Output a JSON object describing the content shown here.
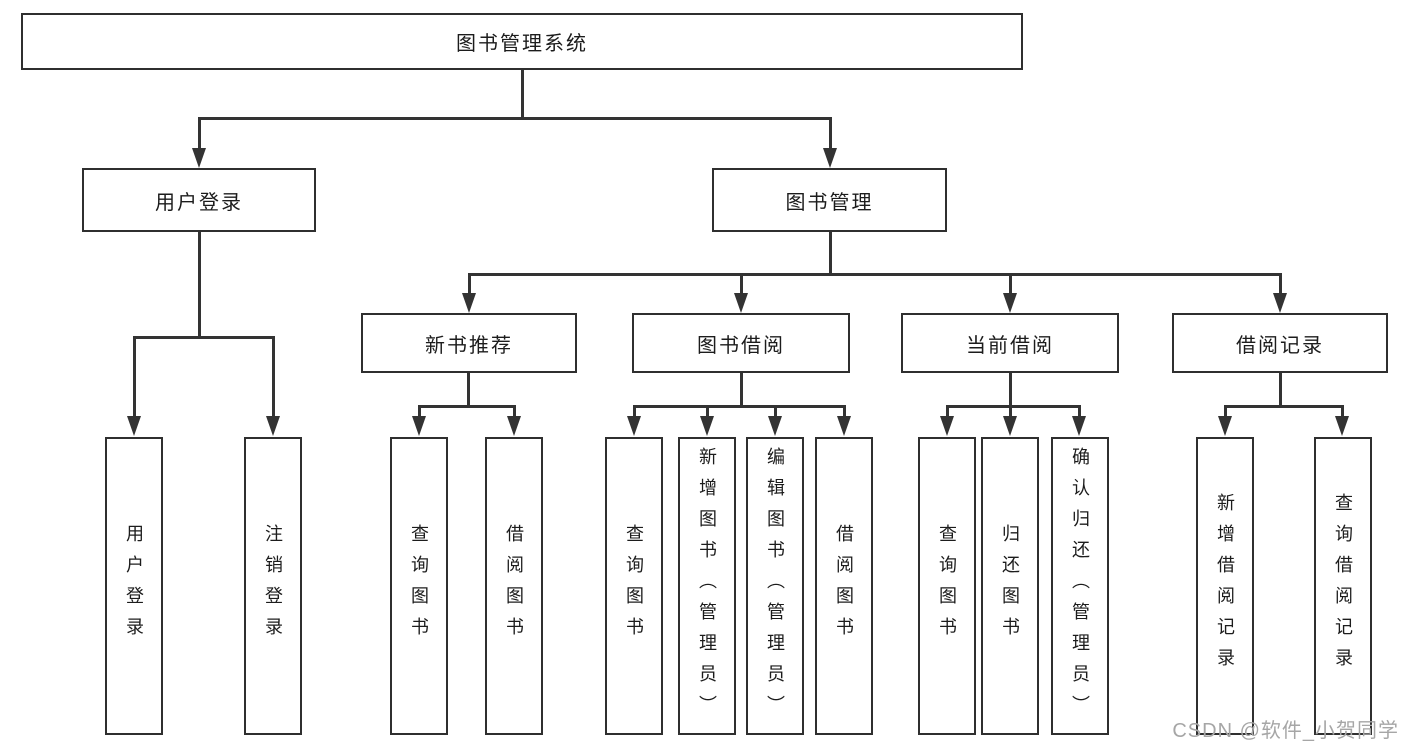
{
  "tree": {
    "root": {
      "label": "图书管理系统",
      "children": [
        {
          "label": "用户登录",
          "children": [
            {
              "label": "用户登录"
            },
            {
              "label": "注销登录"
            }
          ]
        },
        {
          "label": "图书管理",
          "children": [
            {
              "label": "新书推荐",
              "children": [
                {
                  "label": "查询图书"
                },
                {
                  "label": "借阅图书"
                }
              ]
            },
            {
              "label": "图书借阅",
              "children": [
                {
                  "label": "查询图书"
                },
                {
                  "label": "新增图书（管理员）"
                },
                {
                  "label": "编辑图书（管理员）"
                },
                {
                  "label": "借阅图书"
                }
              ]
            },
            {
              "label": "当前借阅",
              "children": [
                {
                  "label": "查询图书"
                },
                {
                  "label": "归还图书"
                },
                {
                  "label": "确认归还（管理员）"
                }
              ]
            },
            {
              "label": "借阅记录",
              "children": [
                {
                  "label": "新增借阅记录"
                },
                {
                  "label": "查询借阅记录"
                }
              ]
            }
          ]
        }
      ]
    }
  },
  "watermark": "CSDN @软件_小贺同学",
  "colors": {
    "line": "#333333",
    "box_border": "#2f2f2f",
    "text": "#1c1c1c",
    "watermark": "#a6a6a6",
    "background": "#ffffff"
  }
}
